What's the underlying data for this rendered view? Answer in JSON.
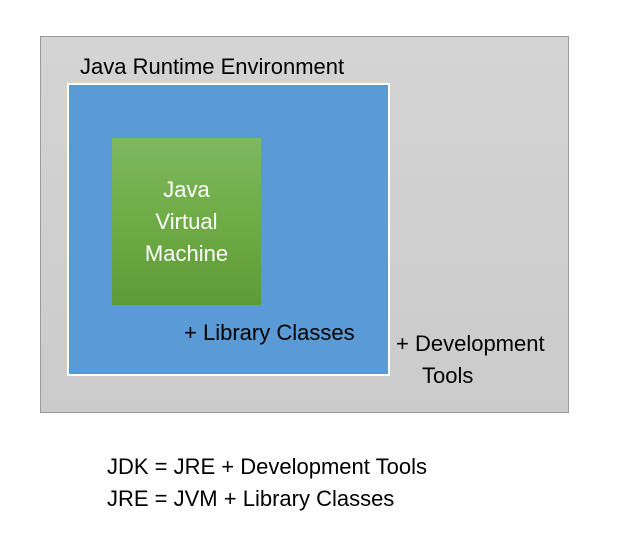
{
  "diagram": {
    "jre_title": "Java Runtime Environment",
    "jvm_lines": [
      "Java",
      "Virtual",
      "Machine"
    ],
    "library_label": "+ Library Classes",
    "devtools_lines": [
      "+ Development",
      "Tools"
    ],
    "formulas": [
      "JDK = JRE + Development Tools",
      "JRE = JVM + Library Classes"
    ],
    "colors": {
      "jdk_box": "#d0d0d0",
      "jre_box": "#5b9bd5",
      "jvm_box": "#70ad47",
      "jvm_text": "#ffffff"
    }
  }
}
